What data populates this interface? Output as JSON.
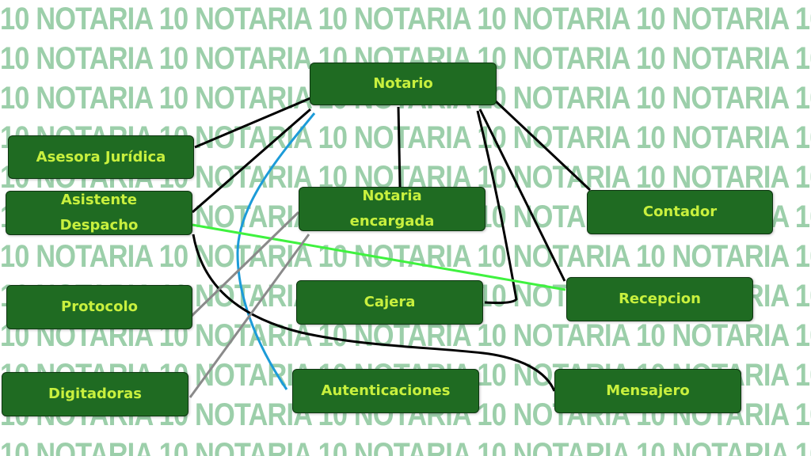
{
  "watermark": {
    "text": "10 NOTARIA",
    "color": "#9ccfaa"
  },
  "colors": {
    "node_fill": "#1f6b22",
    "node_border": "#0d3410",
    "node_text": "#c8f03e",
    "link_black": "#000000",
    "link_blue": "#1c9bd8",
    "link_green": "#3ff23f",
    "link_gray": "#8a8a8a"
  },
  "nodes": [
    {
      "id": "notario",
      "label": "Notario"
    },
    {
      "id": "asesora",
      "label": "Asesora Jurídica"
    },
    {
      "id": "asistente",
      "label": "Asistente\nDespacho"
    },
    {
      "id": "notaria_encargada",
      "label": "Notaria\nencargada"
    },
    {
      "id": "contador",
      "label": "Contador"
    },
    {
      "id": "protocolo",
      "label": "Protocolo"
    },
    {
      "id": "cajera",
      "label": "Cajera"
    },
    {
      "id": "recepcion",
      "label": "Recepcion"
    },
    {
      "id": "digitadoras",
      "label": "Digitadoras"
    },
    {
      "id": "autenticaciones",
      "label": "Autenticaciones"
    },
    {
      "id": "mensajero",
      "label": "Mensajero"
    }
  ],
  "links": [
    {
      "from": "notario",
      "to": "asesora",
      "color": "black"
    },
    {
      "from": "notario",
      "to": "asistente",
      "color": "black"
    },
    {
      "from": "notario",
      "to": "notaria_encargada",
      "color": "black"
    },
    {
      "from": "notario",
      "to": "contador",
      "color": "black"
    },
    {
      "from": "notario",
      "to": "recepcion",
      "color": "black"
    },
    {
      "from": "notario",
      "to": "cajera",
      "color": "black"
    },
    {
      "from": "notario",
      "to": "autenticaciones",
      "color": "blue"
    },
    {
      "from": "asistente",
      "to": "recepcion",
      "color": "green"
    },
    {
      "from": "asistente",
      "to": "mensajero",
      "color": "black"
    },
    {
      "from": "notaria_encargada",
      "to": "protocolo",
      "color": "gray"
    },
    {
      "from": "notaria_encargada",
      "to": "digitadoras",
      "color": "gray"
    }
  ]
}
